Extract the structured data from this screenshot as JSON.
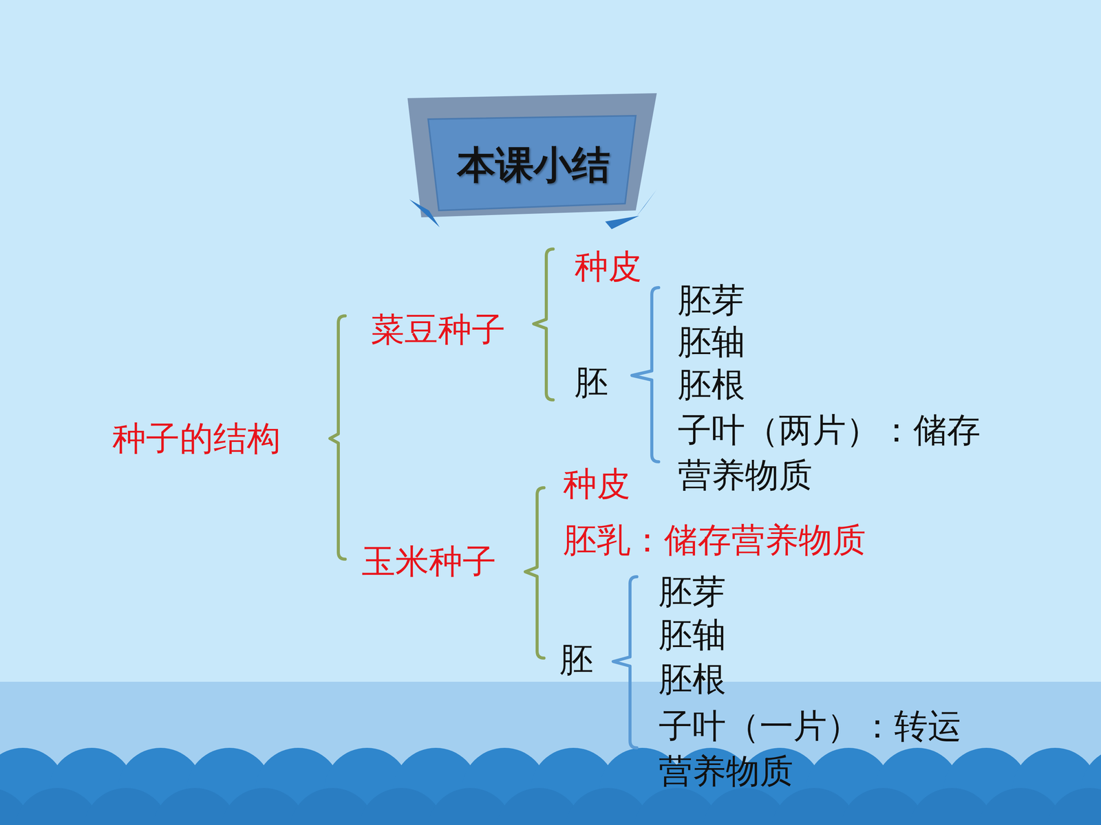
{
  "diagram": {
    "title": "本课小结",
    "labels": [
      "种子的结构",
      "菜豆种子",
      "种皮",
      "胚",
      "胚芽",
      "胚轴",
      "胚根",
      "子叶（两片）：储存 营养物质",
      "玉米种子",
      "种皮",
      "胚乳：储存营养物质",
      "胚",
      "胚芽",
      "胚轴",
      "胚根",
      "子叶（一片）：转运 营养物质"
    ]
  }
}
